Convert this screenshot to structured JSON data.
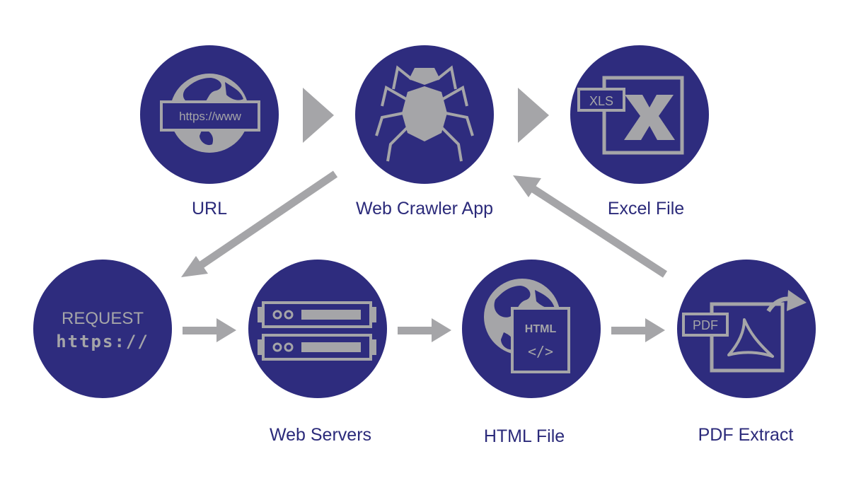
{
  "colors": {
    "node_fill": "#2e2c7e",
    "icon_gray": "#a5a5a8",
    "label_text": "#2b2a7a",
    "background": "#ffffff"
  },
  "nodes": {
    "url": {
      "label": "URL",
      "icon": "globe-url-icon",
      "icon_text": "https://www"
    },
    "crawler": {
      "label": "Web Crawler App",
      "icon": "spider-icon"
    },
    "excel": {
      "label": "Excel File",
      "icon": "xls-file-icon",
      "icon_text": "XLS"
    },
    "request": {
      "line1": "REQUEST",
      "line2": "https://"
    },
    "servers": {
      "label": "Web Servers",
      "icon": "server-rack-icon"
    },
    "html": {
      "label": "HTML File",
      "icon": "html-globe-icon",
      "icon_text": "HTML",
      "icon_code": "</>"
    },
    "pdf": {
      "label": "PDF Extract",
      "icon": "pdf-export-icon",
      "icon_text": "PDF"
    }
  },
  "edges": [
    {
      "from": "url",
      "to": "crawler"
    },
    {
      "from": "crawler",
      "to": "excel"
    },
    {
      "from": "crawler",
      "to": "request"
    },
    {
      "from": "request",
      "to": "servers"
    },
    {
      "from": "servers",
      "to": "html"
    },
    {
      "from": "html",
      "to": "pdf"
    },
    {
      "from": "pdf",
      "to": "crawler"
    }
  ]
}
